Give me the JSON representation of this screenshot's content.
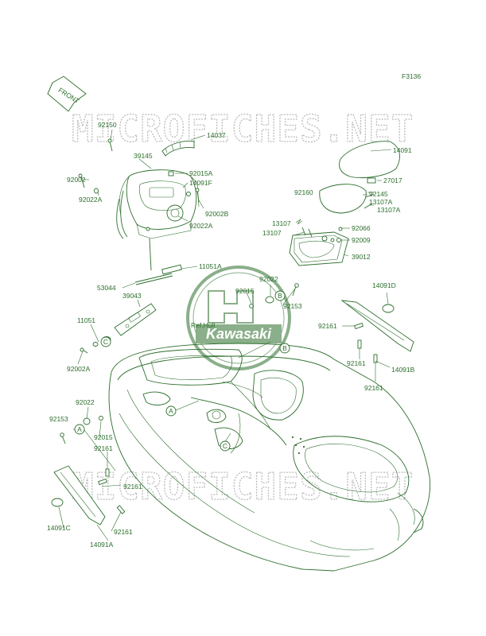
{
  "figure_code": "F3136",
  "front_label": "FRONT",
  "watermark": "MICROFICHES.NET",
  "logo_text": "Kawasaki",
  "ref_label": "Ref.Hull",
  "callouts": [
    "A",
    "B",
    "C"
  ],
  "parts": {
    "p92150": "92150",
    "p14037": "14037",
    "p39145": "39145",
    "p92015A": "92015A",
    "p14091F": "14091F",
    "p92002_top": "92002",
    "p92022A_left": "92022A",
    "p92002B": "92002B",
    "p92022A_right": "92022A",
    "p11051A": "11051A",
    "p53044": "53044",
    "p39043": "39043",
    "p11051": "11051",
    "p92002A": "92002A",
    "p92022_mid": "92022",
    "p92015_mid": "92015",
    "p92153_mid": "92153",
    "p14091": "14091",
    "p27017": "27017",
    "p92160": "92160",
    "p92145": "92145",
    "p13107A_a": "13107A",
    "p13107A_b": "13107A",
    "p13107_a": "13107",
    "p13107_b": "13107",
    "p92066": "92066",
    "p92009": "92009",
    "p39012": "39012",
    "p14091D": "14091D",
    "p92161_r1": "92161",
    "p92161_r2": "92161",
    "p14091B": "14091B",
    "p92161_r3": "92161",
    "p92022_low": "92022",
    "p92153_low": "92153",
    "p92015_low": "92015",
    "p92161_low1": "92161",
    "p92161_low2": "92161",
    "p14091C": "14091C",
    "p92161_low3": "92161",
    "p14091A": "14091A"
  },
  "colors": {
    "line": "#2c6e2c",
    "watermark": "#bcbcbc",
    "logo": "#2c6e2c"
  }
}
